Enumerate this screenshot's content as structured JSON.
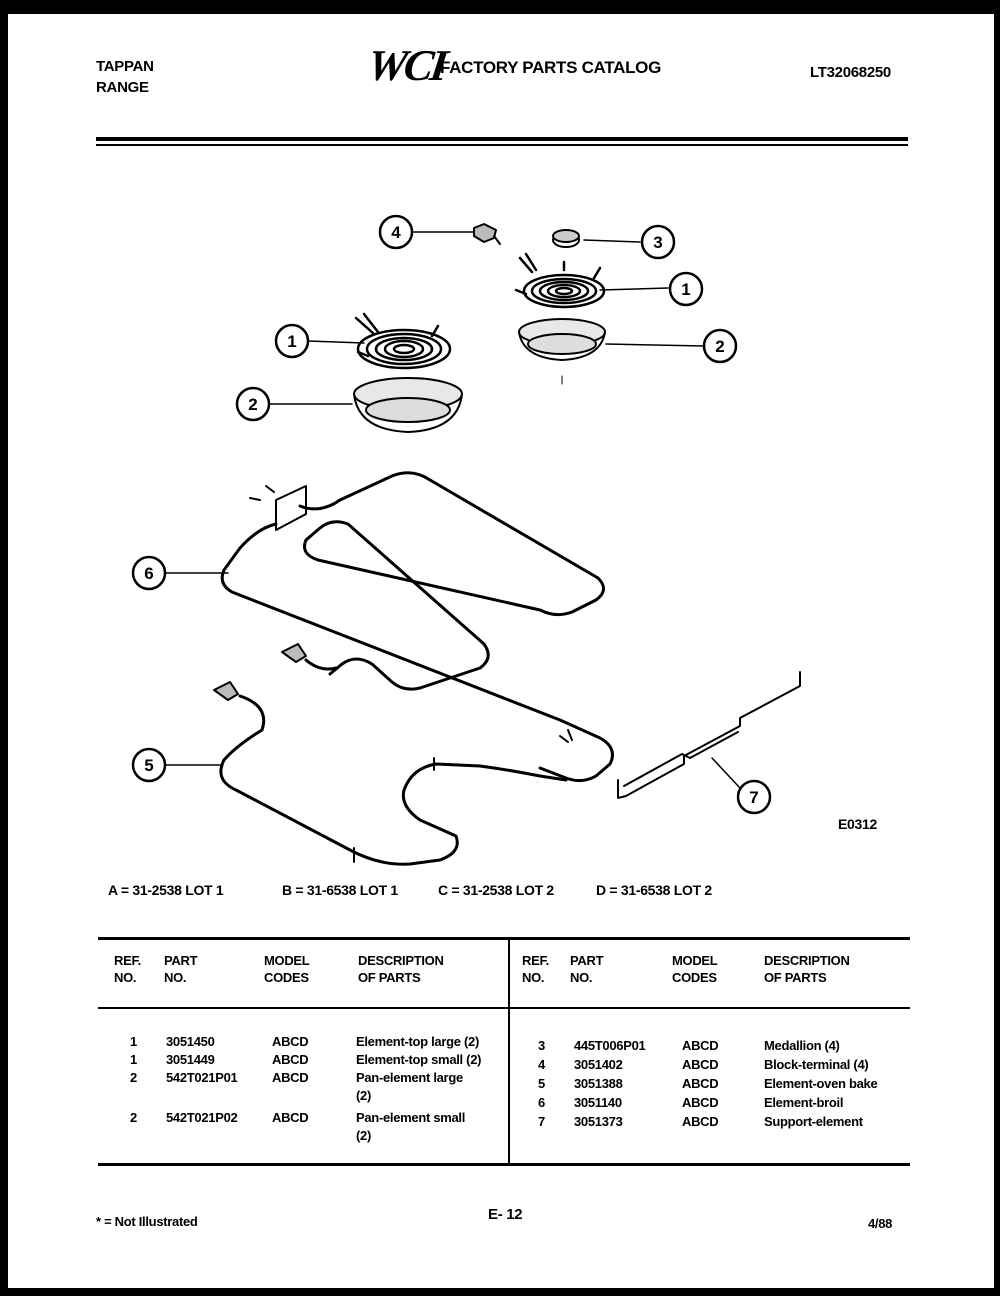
{
  "header": {
    "brand_line1": "TAPPAN",
    "brand_line2": "RANGE",
    "logo": "WCI",
    "catalog_title": "FACTORY PARTS CATALOG",
    "model_number": "LT32068250"
  },
  "diagram": {
    "callouts": [
      "1",
      "2",
      "3",
      "4",
      "5",
      "6",
      "7"
    ],
    "drawing_code": "E0312"
  },
  "lot_codes": [
    "A = 31-2538 LOT 1",
    "B = 31-6538 LOT 1",
    "C = 31-2538 LOT 2",
    "D = 31-6538 LOT 2"
  ],
  "table": {
    "headers": {
      "ref_no": [
        "REF.",
        "NO."
      ],
      "part_no": [
        "PART",
        "NO."
      ],
      "model_codes": [
        "MODEL",
        "CODES"
      ],
      "description": [
        "DESCRIPTION",
        "OF PARTS"
      ]
    },
    "left_rows": [
      {
        "ref": "1",
        "part": "3051450",
        "codes": "ABCD",
        "desc": "Element-top large (2)"
      },
      {
        "ref": "1",
        "part": "3051449",
        "codes": "ABCD",
        "desc": "Element-top small (2)"
      },
      {
        "ref": "2",
        "part": "542T021P01",
        "codes": "ABCD",
        "desc": "Pan-element large",
        "desc2": "(2)"
      },
      {
        "ref": "2",
        "part": "542T021P02",
        "codes": "ABCD",
        "desc": "Pan-element small",
        "desc2": "(2)"
      }
    ],
    "right_rows": [
      {
        "ref": "3",
        "part": "445T006P01",
        "codes": "ABCD",
        "desc": "Medallion (4)"
      },
      {
        "ref": "4",
        "part": "3051402",
        "codes": "ABCD",
        "desc": "Block-terminal (4)"
      },
      {
        "ref": "5",
        "part": "3051388",
        "codes": "ABCD",
        "desc": "Element-oven bake"
      },
      {
        "ref": "6",
        "part": "3051140",
        "codes": "ABCD",
        "desc": "Element-broil"
      },
      {
        "ref": "7",
        "part": "3051373",
        "codes": "ABCD",
        "desc": "Support-element"
      }
    ]
  },
  "footer": {
    "note": "* = Not Illustrated",
    "page": "E- 12",
    "date": "4/88"
  }
}
